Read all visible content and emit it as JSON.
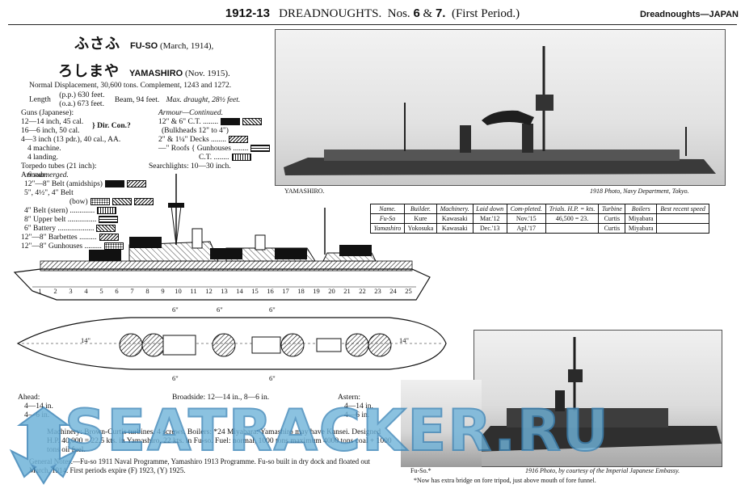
{
  "header": {
    "year": "1912-13",
    "title": "DREADNOUGHTS.",
    "nos": "Nos.",
    "n1": "6",
    "amp": "&",
    "n2": "7.",
    "period": "(First Period.)",
    "right_label": "Dreadnoughts—JAPAN"
  },
  "ships": {
    "fuso_kana": "ふさふ",
    "fuso_name": "FU-SO",
    "fuso_date": "(March, 1914),",
    "yamashiro_kana": "ろしまや",
    "yamashiro_name": "YAMASHIRO",
    "yamashiro_date": "(Nov. 1915)."
  },
  "particulars": {
    "line1": "Normal Displacement, 30,600 tons. Complement, 1243 and 1272.",
    "length_label": "Length",
    "length_pp": "(p.p.) 630 feet.",
    "length_oa": "(o.a.) 673 feet.",
    "beam": "Beam, 94 feet.",
    "draught": "Max. draught, 28½ feet."
  },
  "guns": {
    "heading": "Guns (Japanese):",
    "lines": [
      "12—14 inch, 45 cal.",
      "16—6 inch, 50 cal.",
      "4—3 inch (13 pdr.), 40 cal., AA.",
      "4 machine.",
      "4 landing."
    ],
    "director": "Dir. Con.?",
    "torpedo_heading": "Torpedo tubes (21 inch):",
    "torpedo": "6 submerged."
  },
  "armour_cont": {
    "heading": "Armour—Continued.",
    "lines": [
      "12\" & 6\" C.T. ........",
      "(Bulkheads 12\" to 4\")",
      "2\" & 1¼\" Decks ........",
      "—\" Roofs { Gunhouses ........",
      "C.T. ........"
    ],
    "searchlights": "Searchlights: 10—30 inch."
  },
  "armour": {
    "heading": "Armour:",
    "lines": [
      "12\"—8\" Belt (amidships)",
      "5\", 4½\", 4\" Belt",
      "(bow)",
      "4\" Belt (stern) .............",
      "8\" Upper belt ...............",
      "6\" Battery ...................",
      "12\"—8\" Barbettes .........",
      "12\"—8\" Gunhouses ........."
    ]
  },
  "plan": {
    "sections": [
      "1",
      "2",
      "3",
      "4",
      "5",
      "6",
      "7",
      "8",
      "9",
      "10",
      "11",
      "12",
      "13",
      "14",
      "15",
      "16",
      "17",
      "18",
      "19",
      "20",
      "21",
      "22",
      "23",
      "24",
      "25"
    ],
    "broadside": "Broadside: 12—14 in., 8—6 in.",
    "ahead_label": "Ahead:",
    "ahead_lines": [
      "4—14 in.",
      "4—6 in."
    ],
    "astern_label": "Astern:",
    "astern_lines": [
      "4—14 in.",
      "4—6 in."
    ],
    "six": "6\"",
    "fourteen": "14\""
  },
  "photo1": {
    "left_caption": "YAMASHIRO.",
    "right_caption": "1918 Photo, Navy Department, Tokyo."
  },
  "photo2": {
    "left_caption": "Fu-So.*",
    "right_caption": "1916 Photo, by courtesy of the Imperial Japanese Embassy.",
    "footnote": "*Now has extra bridge on fore tripod, just above mouth of fore funnel."
  },
  "table": {
    "headers": [
      "Name.",
      "Builder.",
      "Machinery.",
      "Laid down",
      "Com-pleted.",
      "Trials. H.P. = kts.",
      "Turbine",
      "Boilers",
      "Best recent speed"
    ],
    "rows": [
      [
        "Fu-So",
        "Kure",
        "Kawasaki",
        "Mar.'12",
        "Nov.'15",
        "46,500 = 23.",
        "Curtis",
        "Miyabara",
        ""
      ],
      [
        "Yamashiro",
        "Yokosuka",
        "Kawasaki",
        "Dec.'13",
        "Apl.'17",
        "",
        "Curtis",
        "Miyabara",
        ""
      ]
    ]
  },
  "notes": {
    "machinery": "Machinery: Brown-Curtis turbines. 4 screws. Boilers: *24 Miyabara: Yamashiro may have Kansei. Designed H.P. 40,000 = 22.5 kts. in Yamashiro, 22 kts. in Fu-so. Fuel: normal, 1000 tons maximum 4000 tons coal + 1000 tons oil fuel.",
    "general": "General Notes.—Fu-so 1911 Naval Programme, Yamashiro 1913 Programme. Fu-so built in dry dock and floated out March, 1914. First periods expire (F) 1923, (Y) 1925."
  },
  "watermark": "SEATRACKER.RU"
}
